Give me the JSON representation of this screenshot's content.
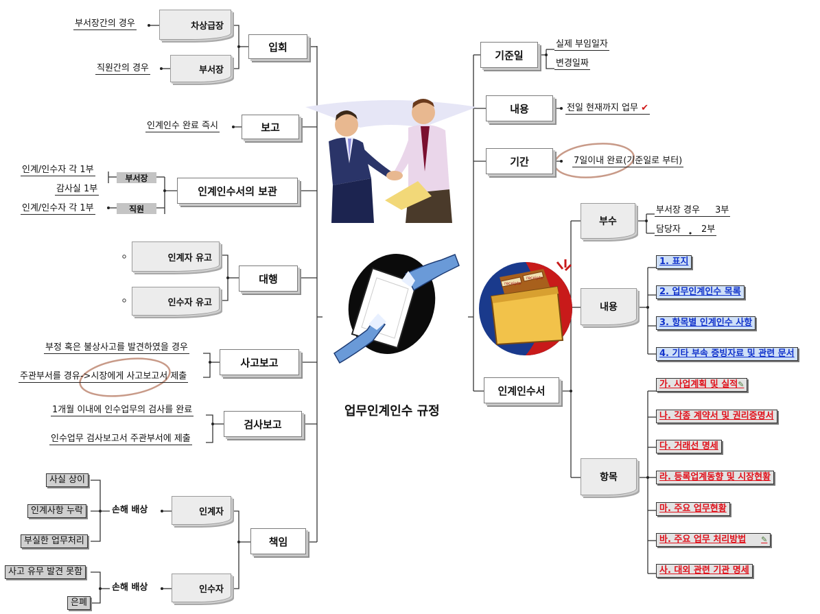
{
  "title": "업무인계인수 규정",
  "left": {
    "ip": {
      "label": "입회",
      "children": [
        {
          "label": "차상급장",
          "note": "부서장간의 경우"
        },
        {
          "label": "부서장",
          "note": "직원간의 경우"
        }
      ]
    },
    "bogo": {
      "label": "보고",
      "note": "인계인수 완료 즉시"
    },
    "bogwan": {
      "label": "인계인수서의 보관",
      "tags": [
        "부서장",
        "직원"
      ],
      "notes": [
        "인계/인수자 각 1부",
        "감사실 1부",
        "인계/인수자 각 1부"
      ]
    },
    "daehaeng": {
      "label": "대행",
      "children": [
        "인계자 유고",
        "인수자 유고"
      ]
    },
    "sago": {
      "label": "사고보고",
      "notes": [
        "부정 혹은 불상사고를 발견하였을 경우",
        "주관부서를 경유->시장에게 사고보고서 제출"
      ]
    },
    "geomsa": {
      "label": "검사보고",
      "notes": [
        "1개월 이내에 인수업무의 검사를 완료",
        "인수업무 검사보고서 주관부서에 제출"
      ]
    },
    "chaegim": {
      "label": "책임",
      "children": [
        {
          "label": "인계자",
          "tag": "손해 배상",
          "items": [
            "사실 상이",
            "인계사항 누락",
            "부실한 업무처리"
          ]
        },
        {
          "label": "인수자",
          "tag": "손해 배상",
          "items": [
            "사고 유무 발견 못함",
            "은폐"
          ]
        }
      ]
    }
  },
  "right": {
    "gijun": {
      "label": "기준일",
      "items": [
        "실제 부임일자",
        "변경일짜"
      ]
    },
    "naeyong": {
      "label": "내용",
      "note": "전일 현재까지 업무"
    },
    "gigan": {
      "label": "기간",
      "note": "7일이내 완료(기준일로 부터)"
    },
    "inginsuseo": {
      "label": "인계인수서",
      "busu": {
        "label": "부수",
        "items": [
          {
            "name": "부서장 경우",
            "count": "3부"
          },
          {
            "name": "담당자",
            "count": "2부"
          }
        ]
      },
      "content": {
        "label": "내용",
        "items": [
          "1. 표지",
          "2. 업무인계인수 목록",
          "3. 항목별 인계인수 사항",
          "4. 기타 부속 증빙자료 및 관련 문서"
        ]
      },
      "hangmok": {
        "label": "항목",
        "items": [
          "가. 사업계획 및 실적",
          "나. 각종 계약서 및 권리증명서",
          "다. 거래선 명세",
          "라. 등록업계동향 및 시장현황",
          "마. 주요 업무현황",
          "바. 주요 업무 처리방법",
          "사. 대외 관련 기관 명세"
        ]
      }
    }
  },
  "clipart": {
    "folder_tabs": [
      "receipts",
      "receipts"
    ]
  },
  "colors": {
    "blue_text": "#1133cc",
    "red_text": "#e0101a",
    "blue_fill": "#cfe0f7",
    "grey_fill": "#e3e3e3"
  }
}
